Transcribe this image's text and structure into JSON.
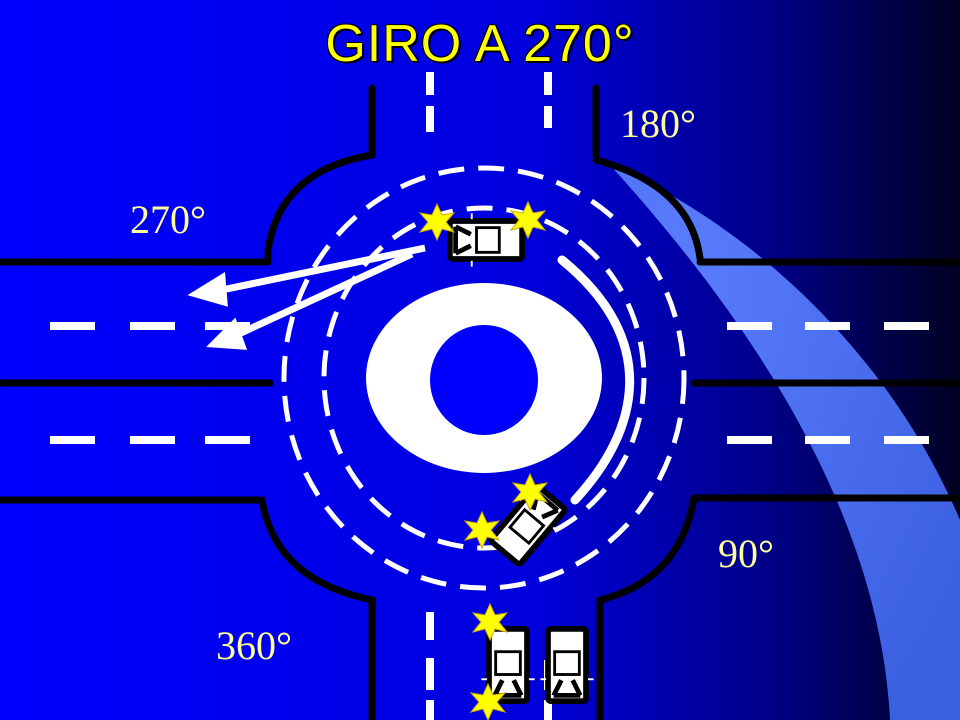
{
  "title": "GIRO A 270°",
  "labels": {
    "deg_180": "180°",
    "deg_270": "270°",
    "deg_90": "90°",
    "deg_360": "360°"
  },
  "colors": {
    "background": "#0000cc",
    "road": "#0000ff",
    "gradient_dark": "#000033",
    "accent_band": "#4169e1",
    "markings": "#ffffff",
    "curb": "#000000",
    "title": "#ffff00",
    "labels": "#ffff99",
    "impact_star": "#ffff00"
  },
  "icons": [
    "car-icon",
    "impact-star-icon",
    "direction-arrow-icon"
  ]
}
